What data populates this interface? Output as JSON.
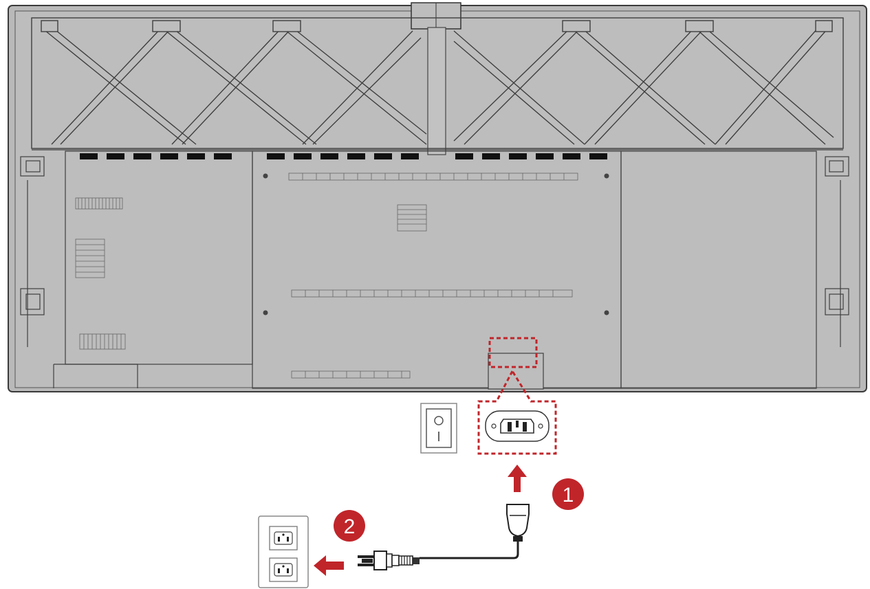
{
  "diagram": {
    "steps": [
      {
        "label": "1",
        "description": "power-inlet-connection"
      },
      {
        "label": "2",
        "description": "wall-outlet-connection"
      }
    ],
    "highlight_color": "#c0252a",
    "display_color": "#b8b8b8",
    "line_color": "#3a3a3a",
    "icons": [
      "display-rear-panel",
      "ac-power-inlet",
      "power-switch",
      "power-plug",
      "ac-cord-connector",
      "wall-outlet",
      "arrow-up-icon",
      "arrow-left-icon"
    ]
  }
}
